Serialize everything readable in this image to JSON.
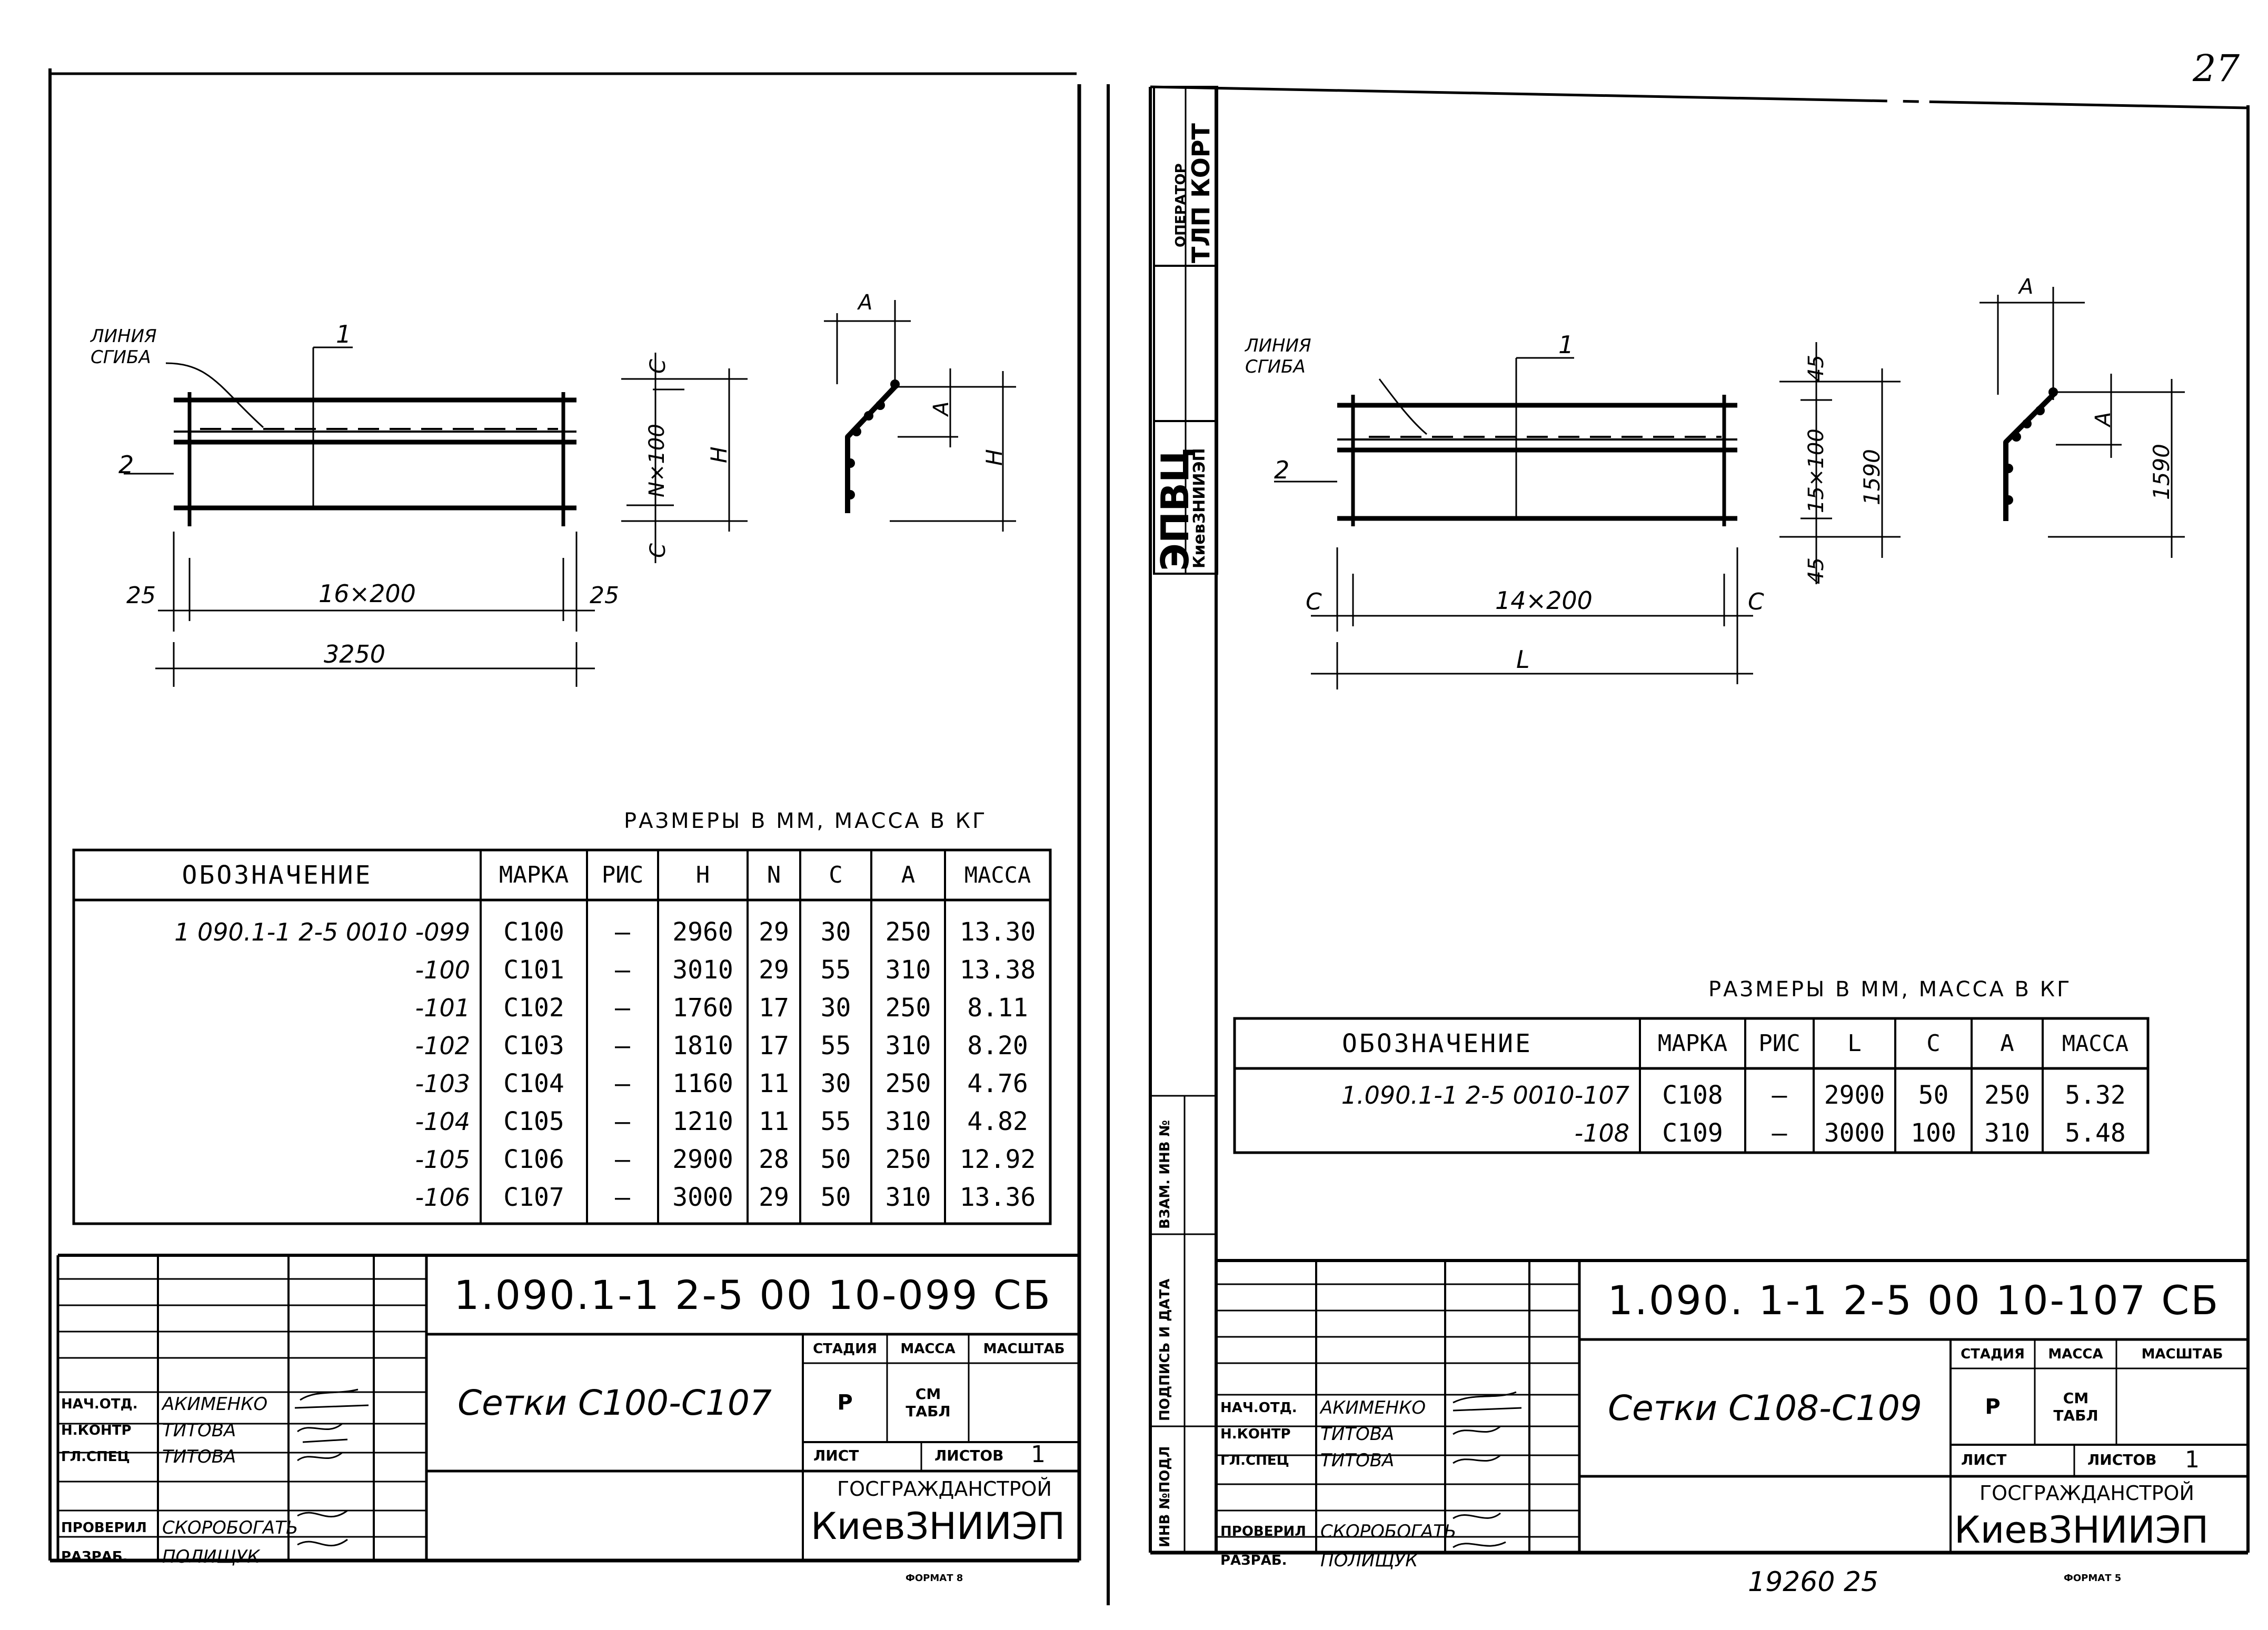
{
  "page_number": "27",
  "bottom_number": "19260 25",
  "stamp": {
    "operator_label": "ОПЕРАТОР",
    "operator_value": "ТЛП КОРТ",
    "org": "ЭПВЦ",
    "org_sub": "КиевЗНИИЭП"
  },
  "side_labels": [
    "ВЗАМ. ИНВ №",
    "ПОДПИСЬ И ДАТА",
    "ИНВ №ПОДЛ"
  ],
  "left": {
    "drawing": {
      "bend_line_label": [
        "ЛИНИЯ",
        "СГИБА"
      ],
      "pos1": "1",
      "pos2": "2",
      "dim_left": "25",
      "dim_mid": "16×200",
      "dim_right": "25",
      "dim_total": "3250",
      "dim_c_top": "С",
      "dim_n100": "N×100",
      "dim_c_bot": "С",
      "dim_h": "Н",
      "dim_a_top": "А",
      "dim_a_side": "А",
      "dim_h_side": "Н"
    },
    "units_note": "РАЗМЕРЫ В ММ, МАССА В КГ",
    "table": {
      "headers": [
        "ОБОЗНАЧЕНИЕ",
        "МАРКА",
        "РИС",
        "Н",
        "N",
        "С",
        "А",
        "МАССА"
      ],
      "rows": [
        [
          "1 090.1-1 2-5 0010 -099",
          "С100",
          "—",
          "2960",
          "29",
          "30",
          "250",
          "13.30"
        ],
        [
          "-100",
          "С101",
          "—",
          "3010",
          "29",
          "55",
          "310",
          "13.38"
        ],
        [
          "-101",
          "С102",
          "—",
          "1760",
          "17",
          "30",
          "250",
          "8.11"
        ],
        [
          "-102",
          "С103",
          "—",
          "1810",
          "17",
          "55",
          "310",
          "8.20"
        ],
        [
          "-103",
          "С104",
          "—",
          "1160",
          "11",
          "30",
          "250",
          "4.76"
        ],
        [
          "-104",
          "С105",
          "—",
          "1210",
          "11",
          "55",
          "310",
          "4.82"
        ],
        [
          "-105",
          "С106",
          "—",
          "2900",
          "28",
          "50",
          "250",
          "12.92"
        ],
        [
          "-106",
          "С107",
          "—",
          "3000",
          "29",
          "50",
          "310",
          "13.36"
        ]
      ]
    },
    "title_block": {
      "code": "1.090.1-1 2-5 00 10-099 СБ",
      "name": "Сетки С100-С107",
      "stage_h": "СТАДИЯ",
      "mass_h": "МАССА",
      "scale_h": "МАСШТАБ",
      "stage": "Р",
      "mass": "СМ ТАБЛ",
      "sheet_h": "ЛИСТ",
      "sheets_h": "ЛИСТОВ",
      "sheets": "1",
      "org1": "ГОСГРАЖДАНСТРОЙ",
      "org2": "КиевЗНИИЭП",
      "roles": [
        [
          "НАЧ.ОТД.",
          "АКИМЕНКО"
        ],
        [
          "Н.КОНТР",
          "ТИТОВА"
        ],
        [
          "ГЛ.СПЕЦ",
          "ТИТОВА"
        ],
        [
          "ПРОВЕРИЛ",
          "СКОРОБОГАТЬ"
        ],
        [
          "РАЗРАБ.",
          "ПОЛИЩУК"
        ]
      ]
    },
    "format": "ФОРМАТ 8"
  },
  "right": {
    "drawing": {
      "bend_line_label": [
        "ЛИНИЯ",
        "СГИБА"
      ],
      "pos1": "1",
      "pos2": "2",
      "dim_left": "С",
      "dim_mid": "14×200",
      "dim_right": "С",
      "dim_total": "L",
      "dim_45_top": "45",
      "dim_15x100": "15×100",
      "dim_45_bot": "45",
      "dim_1590": "1590",
      "dim_a_top": "А",
      "dim_a_side": "А",
      "dim_1590_side": "1590"
    },
    "units_note": "РАЗМЕРЫ В ММ, МАССА В КГ",
    "table": {
      "headers": [
        "ОБОЗНАЧЕНИЕ",
        "МАРКА",
        "РИС",
        "L",
        "С",
        "А",
        "МАССА"
      ],
      "rows": [
        [
          "1.090.1-1 2-5 0010-107",
          "С108",
          "—",
          "2900",
          "50",
          "250",
          "5.32"
        ],
        [
          "-108",
          "С109",
          "—",
          "3000",
          "100",
          "310",
          "5.48"
        ]
      ]
    },
    "title_block": {
      "code": "1.090. 1-1 2-5 00 10-107 СБ",
      "name": "Сетки С108-С109",
      "stage_h": "СТАДИЯ",
      "mass_h": "МАССА",
      "scale_h": "МАСШТАБ",
      "stage": "Р",
      "mass": "СМ ТАБЛ",
      "sheet_h": "ЛИСТ",
      "sheets_h": "ЛИСТОВ",
      "sheets": "1",
      "org1": "ГОСГРАЖДАНСТРОЙ",
      "org2": "КиевЗНИИЭП",
      "roles": [
        [
          "НАЧ.ОТД.",
          "АКИМЕНКО"
        ],
        [
          "Н.КОНТР",
          "ТИТОВА"
        ],
        [
          "ГЛ.СПЕЦ",
          "ТИТОВА"
        ],
        [
          "ПРОВЕРИЛ",
          "СКОРОБОГАТЬ"
        ],
        [
          "РАЗРАБ.",
          "ПОЛИЩУК"
        ]
      ]
    },
    "format": "ФОРМАТ 5"
  }
}
